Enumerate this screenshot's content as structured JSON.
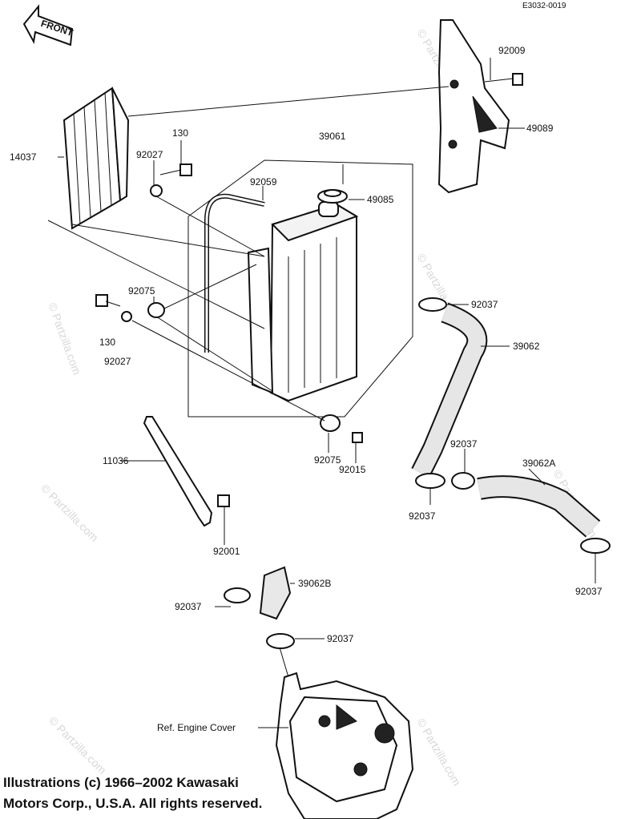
{
  "diagram_code": "E3032-0019",
  "front_label": "FRONT",
  "labels": {
    "p92009": "92009",
    "p49089": "49089",
    "p14037": "14037",
    "p130a": "130",
    "p92027a": "92027",
    "p39061": "39061",
    "p92059": "92059",
    "p49085": "49085",
    "p92075a": "92075",
    "p130b": "130",
    "p92027b": "92027",
    "p92037a": "92037",
    "p39062": "39062",
    "p92075b": "92075",
    "p92015": "92015",
    "p92037b": "92037",
    "p39062A": "39062A",
    "p11036": "11036",
    "p92037c": "92037",
    "p92037d": "92037",
    "p92001": "92001",
    "p39062B": "39062B",
    "p92037e": "92037",
    "p92037f": "92037",
    "ref_engine_cover": "Ref. Engine Cover"
  },
  "watermark": "© Partzilla.com",
  "copyright_line1": "Illustrations (c) 1966–2002 Kawasaki",
  "copyright_line2": "Motors Corp., U.S.A.  All rights reserved."
}
